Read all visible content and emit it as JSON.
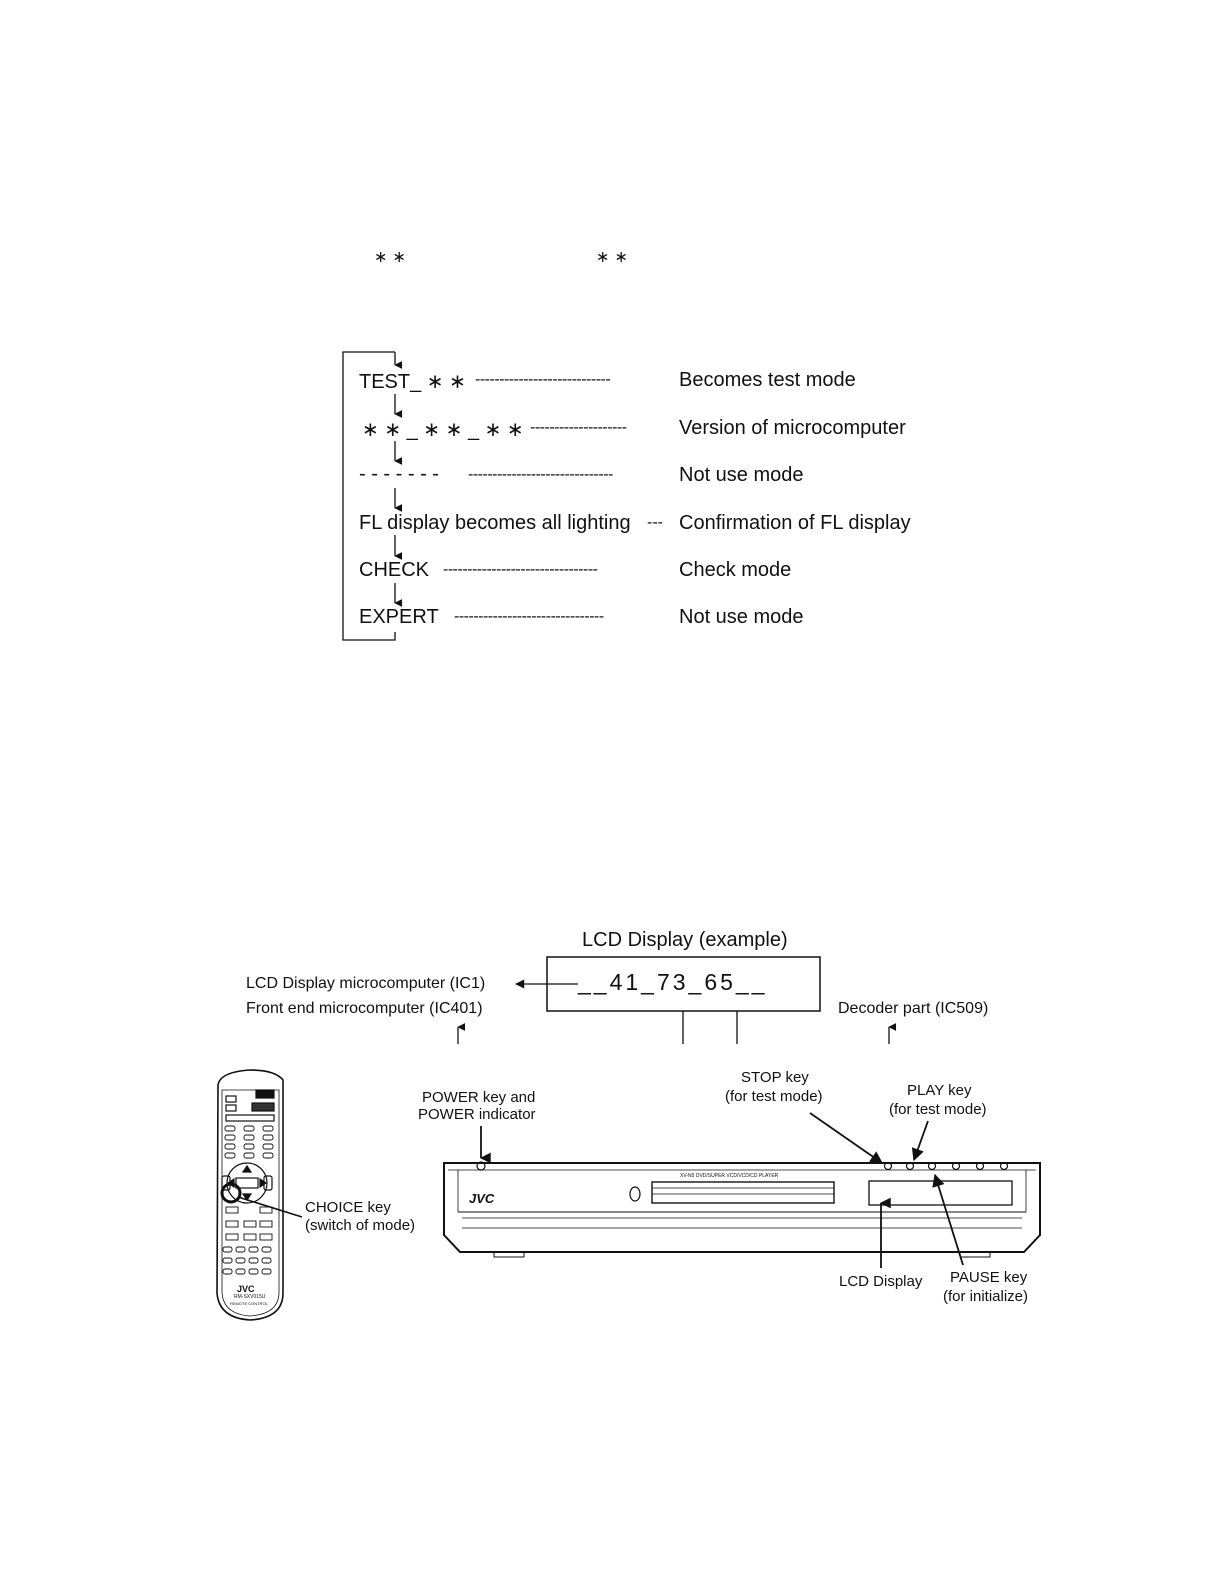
{
  "top_asterisks": {
    "left": "∗ ∗",
    "right": "∗ ∗"
  },
  "flow": {
    "steps": [
      {
        "display": "TEST_ ∗ ∗",
        "dashes": "----------------------------",
        "meaning": "Becomes test mode"
      },
      {
        "display": "∗ ∗ _ ∗ ∗ _ ∗ ∗",
        "dashes": "--------------------",
        "meaning": "Version of microcomputer"
      },
      {
        "display": "- - - - - - -",
        "dashes": "------------------------------",
        "meaning": "Not use mode"
      },
      {
        "display": "FL display becomes all lighting",
        "dashes": "---",
        "meaning": "Confirmation of FL display"
      },
      {
        "display": "CHECK",
        "dashes": "--------------------------------",
        "meaning": "Check mode"
      },
      {
        "display": "EXPERT",
        "dashes": "-------------------------------",
        "meaning": "Not use mode"
      }
    ]
  },
  "lcd": {
    "title": "LCD Display (example)",
    "readout": "__41_73_65__",
    "label_ic1": "LCD Display microcomputer (IC1)",
    "label_ic401": "Front end microcomputer (IC401)",
    "label_ic509": "Decoder part (IC509)"
  },
  "remote": {
    "choice_label_1": "CHOICE key",
    "choice_label_2": "(switch of mode)",
    "brand": "JVC",
    "model": "RM-SXV015U",
    "caption": "REMOTE CONTROL"
  },
  "player": {
    "brand": "JVC",
    "model_strip": "XV-N5   DVD/SUPER VCD/VCD/CD PLAYER",
    "power_label_1": "POWER key and",
    "power_label_2": "POWER indicator",
    "stop_label_1": "STOP key",
    "stop_label_2": "(for test mode)",
    "play_label_1": "PLAY key",
    "play_label_2": "(for test mode)",
    "lcd_label": "LCD Display",
    "pause_label_1": "PAUSE key",
    "pause_label_2": "(for initialize)"
  }
}
